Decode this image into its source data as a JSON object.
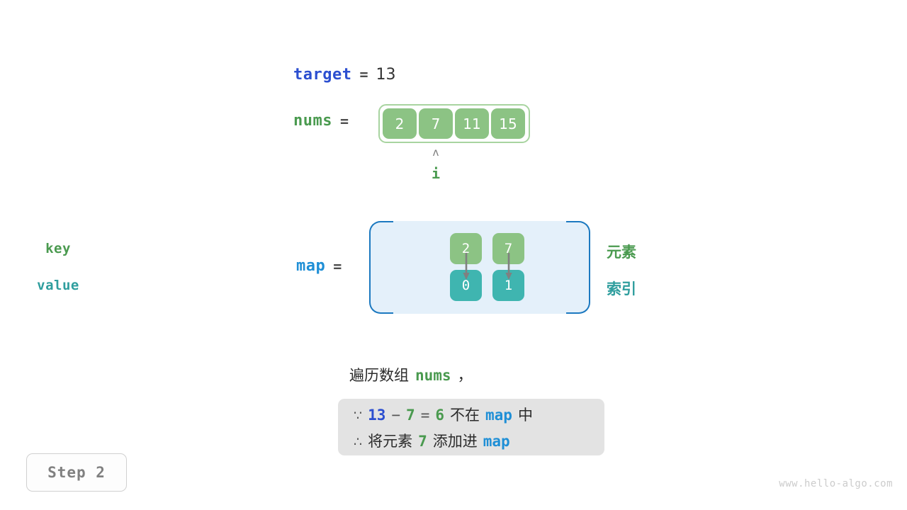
{
  "target": {
    "name": "target",
    "equals": "=",
    "value": "13"
  },
  "nums": {
    "name": "nums",
    "equals": "=",
    "cells": [
      "2",
      "7",
      "11",
      "15"
    ]
  },
  "pointer": {
    "caret": "ʌ",
    "label": "i",
    "index": 1
  },
  "map": {
    "name": "map",
    "equals": "=",
    "key_label": "key",
    "value_label": "value",
    "keys": [
      "2",
      "7"
    ],
    "values": [
      "0",
      "1"
    ],
    "side_label_element": "元素",
    "side_label_index": "索引"
  },
  "caption": {
    "intro_text": "遍历数组",
    "intro_code": "nums",
    "intro_comma": "，",
    "line1": {
      "because_symbol": "∵",
      "target_value": "13",
      "minus": "−",
      "current_value": "7",
      "equals": "=",
      "result": "6",
      "not_in_text": "不在",
      "map_code": "map",
      "in_text": "中"
    },
    "line2": {
      "therefore_symbol": "∴",
      "action_text": "将元素",
      "element_value": "7",
      "add_text": "添加进",
      "map_code": "map"
    }
  },
  "step_badge": "Step 2",
  "watermark": "www.hello-algo.com",
  "colors": {
    "array_cell": "#8cc384",
    "array_border": "#a8d4a0",
    "value_cell": "#3fb5b0",
    "map_fill": "#e4f0fa",
    "map_border": "#1c79c0",
    "var_blue": "#2c4fd0",
    "var_light_blue": "#1f8fd6",
    "var_green": "#4a9a4f",
    "teal_text": "#2f9e9e",
    "caption_bg": "#e3e3e3",
    "badge_text": "#808080",
    "watermark": "#cccccc",
    "arrow_gray": "#808080"
  }
}
